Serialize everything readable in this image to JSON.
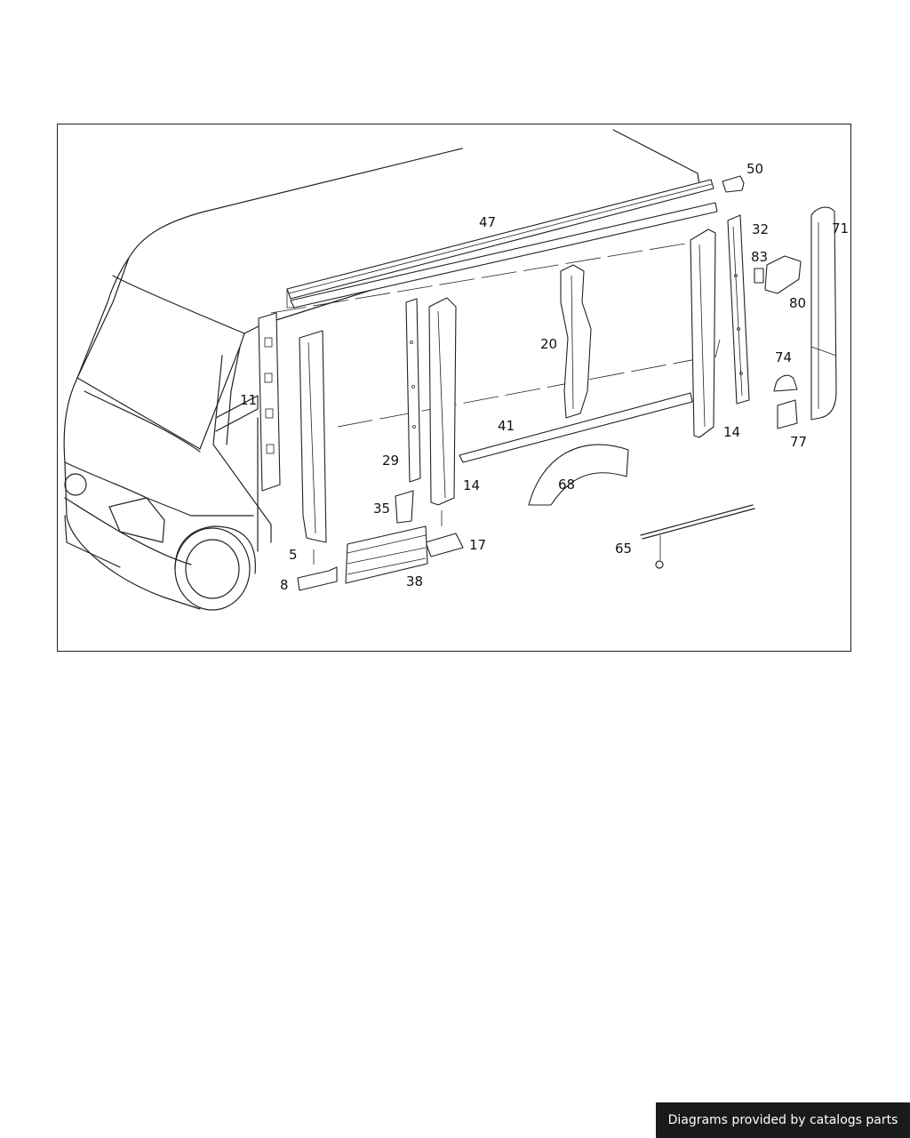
{
  "diagram": {
    "callouts": [
      {
        "id": "47",
        "label": "47"
      },
      {
        "id": "50",
        "label": "50"
      },
      {
        "id": "32",
        "label": "32"
      },
      {
        "id": "71",
        "label": "71"
      },
      {
        "id": "83",
        "label": "83"
      },
      {
        "id": "80",
        "label": "80"
      },
      {
        "id": "20",
        "label": "20"
      },
      {
        "id": "74",
        "label": "74"
      },
      {
        "id": "14a",
        "label": "14"
      },
      {
        "id": "41",
        "label": "41"
      },
      {
        "id": "77",
        "label": "77"
      },
      {
        "id": "11",
        "label": "11"
      },
      {
        "id": "29",
        "label": "29"
      },
      {
        "id": "14b",
        "label": "14"
      },
      {
        "id": "68",
        "label": "68"
      },
      {
        "id": "35",
        "label": "35"
      },
      {
        "id": "5",
        "label": "5"
      },
      {
        "id": "17",
        "label": "17"
      },
      {
        "id": "65",
        "label": "65"
      },
      {
        "id": "8",
        "label": "8"
      },
      {
        "id": "38",
        "label": "38"
      }
    ]
  },
  "footer": {
    "credit": "Diagrams provided by catalogs parts"
  }
}
